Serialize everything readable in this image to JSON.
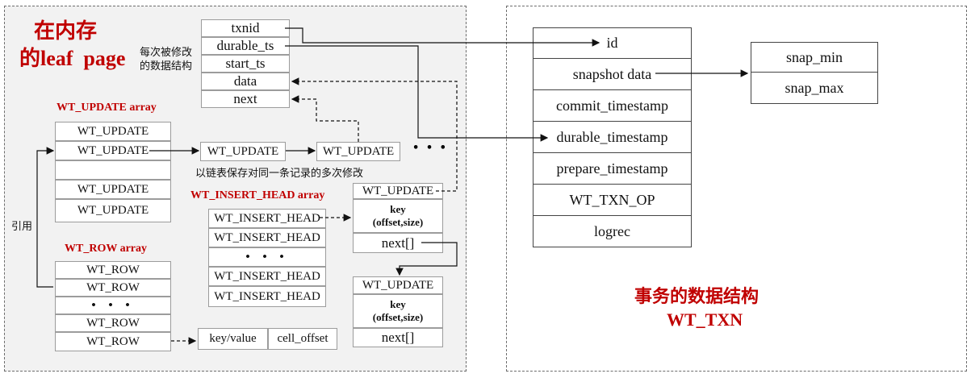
{
  "left_panel": {
    "title_line1": "在内存",
    "title_line2": "的leaf  page",
    "note_modified_line1": "每次被修改",
    "note_modified_line2": "的数据结构",
    "update_struct_fields": [
      "txnid",
      "durable_ts",
      "start_ts",
      "data",
      "next"
    ],
    "update_array_label": "WT_UPDATE array",
    "update_array_cells": [
      "WT_UPDATE",
      "WT_UPDATE",
      "",
      "WT_UPDATE",
      "WT_UPDATE"
    ],
    "chain_node_1": "WT_UPDATE",
    "chain_node_2": "WT_UPDATE",
    "chain_ellipsis": "• • •",
    "chain_note": "以链表保存对同一条记录的多次修改",
    "ref_label": "引用",
    "insert_head_label": "WT_INSERT_HEAD array",
    "insert_head_cells": [
      "WT_INSERT_HEAD",
      "WT_INSERT_HEAD",
      "• • •",
      "WT_INSERT_HEAD",
      "WT_INSERT_HEAD"
    ],
    "insert_node_1": {
      "update": "WT_UPDATE",
      "key_line1": "key",
      "key_line2": "(offset,size)",
      "next": "next[]"
    },
    "insert_node_2": {
      "update": "WT_UPDATE",
      "key_line1": "key",
      "key_line2": "(offset,size)",
      "next": "next[]"
    },
    "row_array_label": "WT_ROW array",
    "row_array_cells": [
      "WT_ROW",
      "WT_ROW",
      "• • •",
      "WT_ROW",
      "WT_ROW"
    ],
    "key_value": "key/value",
    "cell_offset": "cell_offset"
  },
  "right_panel": {
    "txn_fields": [
      "id",
      "snapshot data",
      "commit_timestamp",
      "durable_timestamp",
      "prepare_timestamp",
      "WT_TXN_OP",
      "logrec"
    ],
    "snap_fields": [
      "snap_min",
      "snap_max"
    ],
    "title_line1": "事务的数据结构",
    "title_line2": "WT_TXN"
  },
  "colors": {
    "accent_red": "#c00000",
    "panel_bg": "#f2f2f2",
    "border": "#9c9c9c"
  }
}
